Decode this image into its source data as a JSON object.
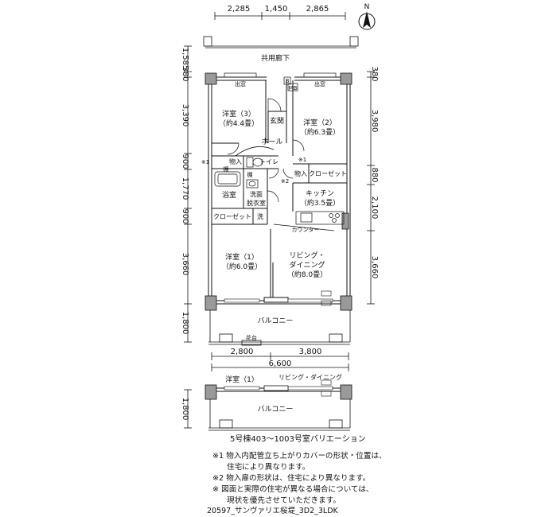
{
  "dimensions": {
    "top": [
      "2,285",
      "1,450",
      "2,865"
    ],
    "left": [
      "1,585",
      "380",
      "3,390",
      "900",
      "1,770",
      "900",
      "3,660",
      "1,800"
    ],
    "right": [
      "380",
      "3,980",
      "880",
      "2,100",
      "3,660"
    ],
    "bottom_sub": [
      "2,800",
      "3,800"
    ],
    "bottom_total": "6,600",
    "variation_left": "1,800"
  },
  "compass": {
    "label": "N"
  },
  "labels": {
    "corridor": "共用廊下",
    "pipe_space_left": "出窓",
    "pipe_space_right": "出窓",
    "b": "B",
    "mb": "MB",
    "entrance": "玄関",
    "hall": "ホール",
    "bedroom3_name": "洋室（3）",
    "bedroom3_size": "（約4.4畳）",
    "bedroom2_name": "洋室（2）",
    "bedroom2_size": "（約6.3畳）",
    "storage1": "物入",
    "storage2": "物入",
    "toilet": "トイレ",
    "closet_top": "クローゼット",
    "mark1_left": "※1",
    "mark1_right": "※1",
    "mark2": "※2",
    "shelf1": "棚",
    "shelf2": "棚",
    "bath": "浴室",
    "washroom_1": "洗面",
    "washroom_2": "脱衣室",
    "laundry": "洗",
    "closet_bottom": "クローゼット",
    "kitchen_name": "キッチン",
    "kitchen_size": "（約3.5畳）",
    "counter": "カウンター",
    "bedroom1_name": "洋室（1）",
    "bedroom1_size": "（約6.0畳）",
    "living_name_1": "リビング・",
    "living_name_2": "ダイニング",
    "living_size": "（約8.0畳）",
    "balcony": "バルコニー",
    "planter": "花台",
    "var_bedroom1": "洋室（1）",
    "var_living": "リビング・ダイニング",
    "var_balcony": "バルコニー"
  },
  "caption": "5号棟403～1003号室バリエーション",
  "notes": [
    {
      "mark": "※1",
      "text": "物入内配管立ち上がりカバーの形状・位置は、"
    },
    {
      "mark": "",
      "text": "住宅により異なります。"
    },
    {
      "mark": "※2",
      "text": "物入扉の形状は、住宅により異なります。"
    },
    {
      "mark": "※",
      "text": "図面と実際の住宅が異なる場合については、"
    },
    {
      "mark": "",
      "text": "現状を優先させていただきます。"
    }
  ],
  "code": "20597_サンヴァリエ桜堤_3D2_3LDK"
}
